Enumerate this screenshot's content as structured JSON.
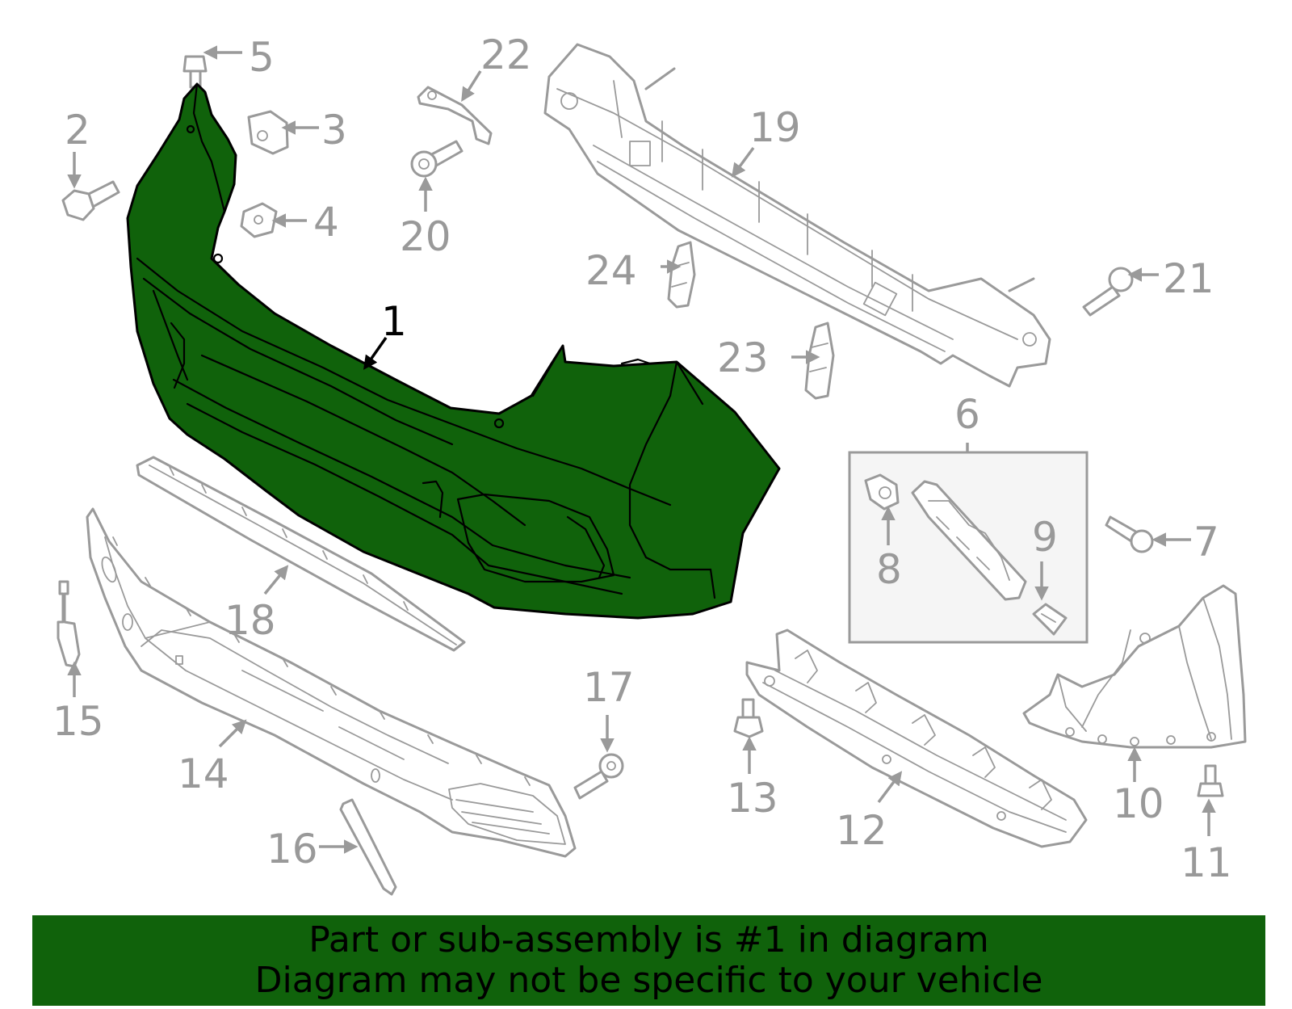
{
  "diagram": {
    "highlight_color": "#10620b",
    "part_color": "#9a9a9a",
    "callouts": {
      "c1": "1",
      "c2": "2",
      "c3": "3",
      "c4": "4",
      "c5": "5",
      "c6": "6",
      "c7": "7",
      "c8": "8",
      "c9": "9",
      "c10": "10",
      "c11": "11",
      "c12": "12",
      "c13": "13",
      "c14": "14",
      "c15": "15",
      "c16": "16",
      "c17": "17",
      "c18": "18",
      "c19": "19",
      "c20": "20",
      "c21": "21",
      "c22": "22",
      "c23": "23",
      "c24": "24"
    }
  },
  "banner": {
    "line1": "Part or sub-assembly is #1 in diagram",
    "line2": "Diagram may not be specific to your vehicle",
    "background": "#10620b"
  }
}
